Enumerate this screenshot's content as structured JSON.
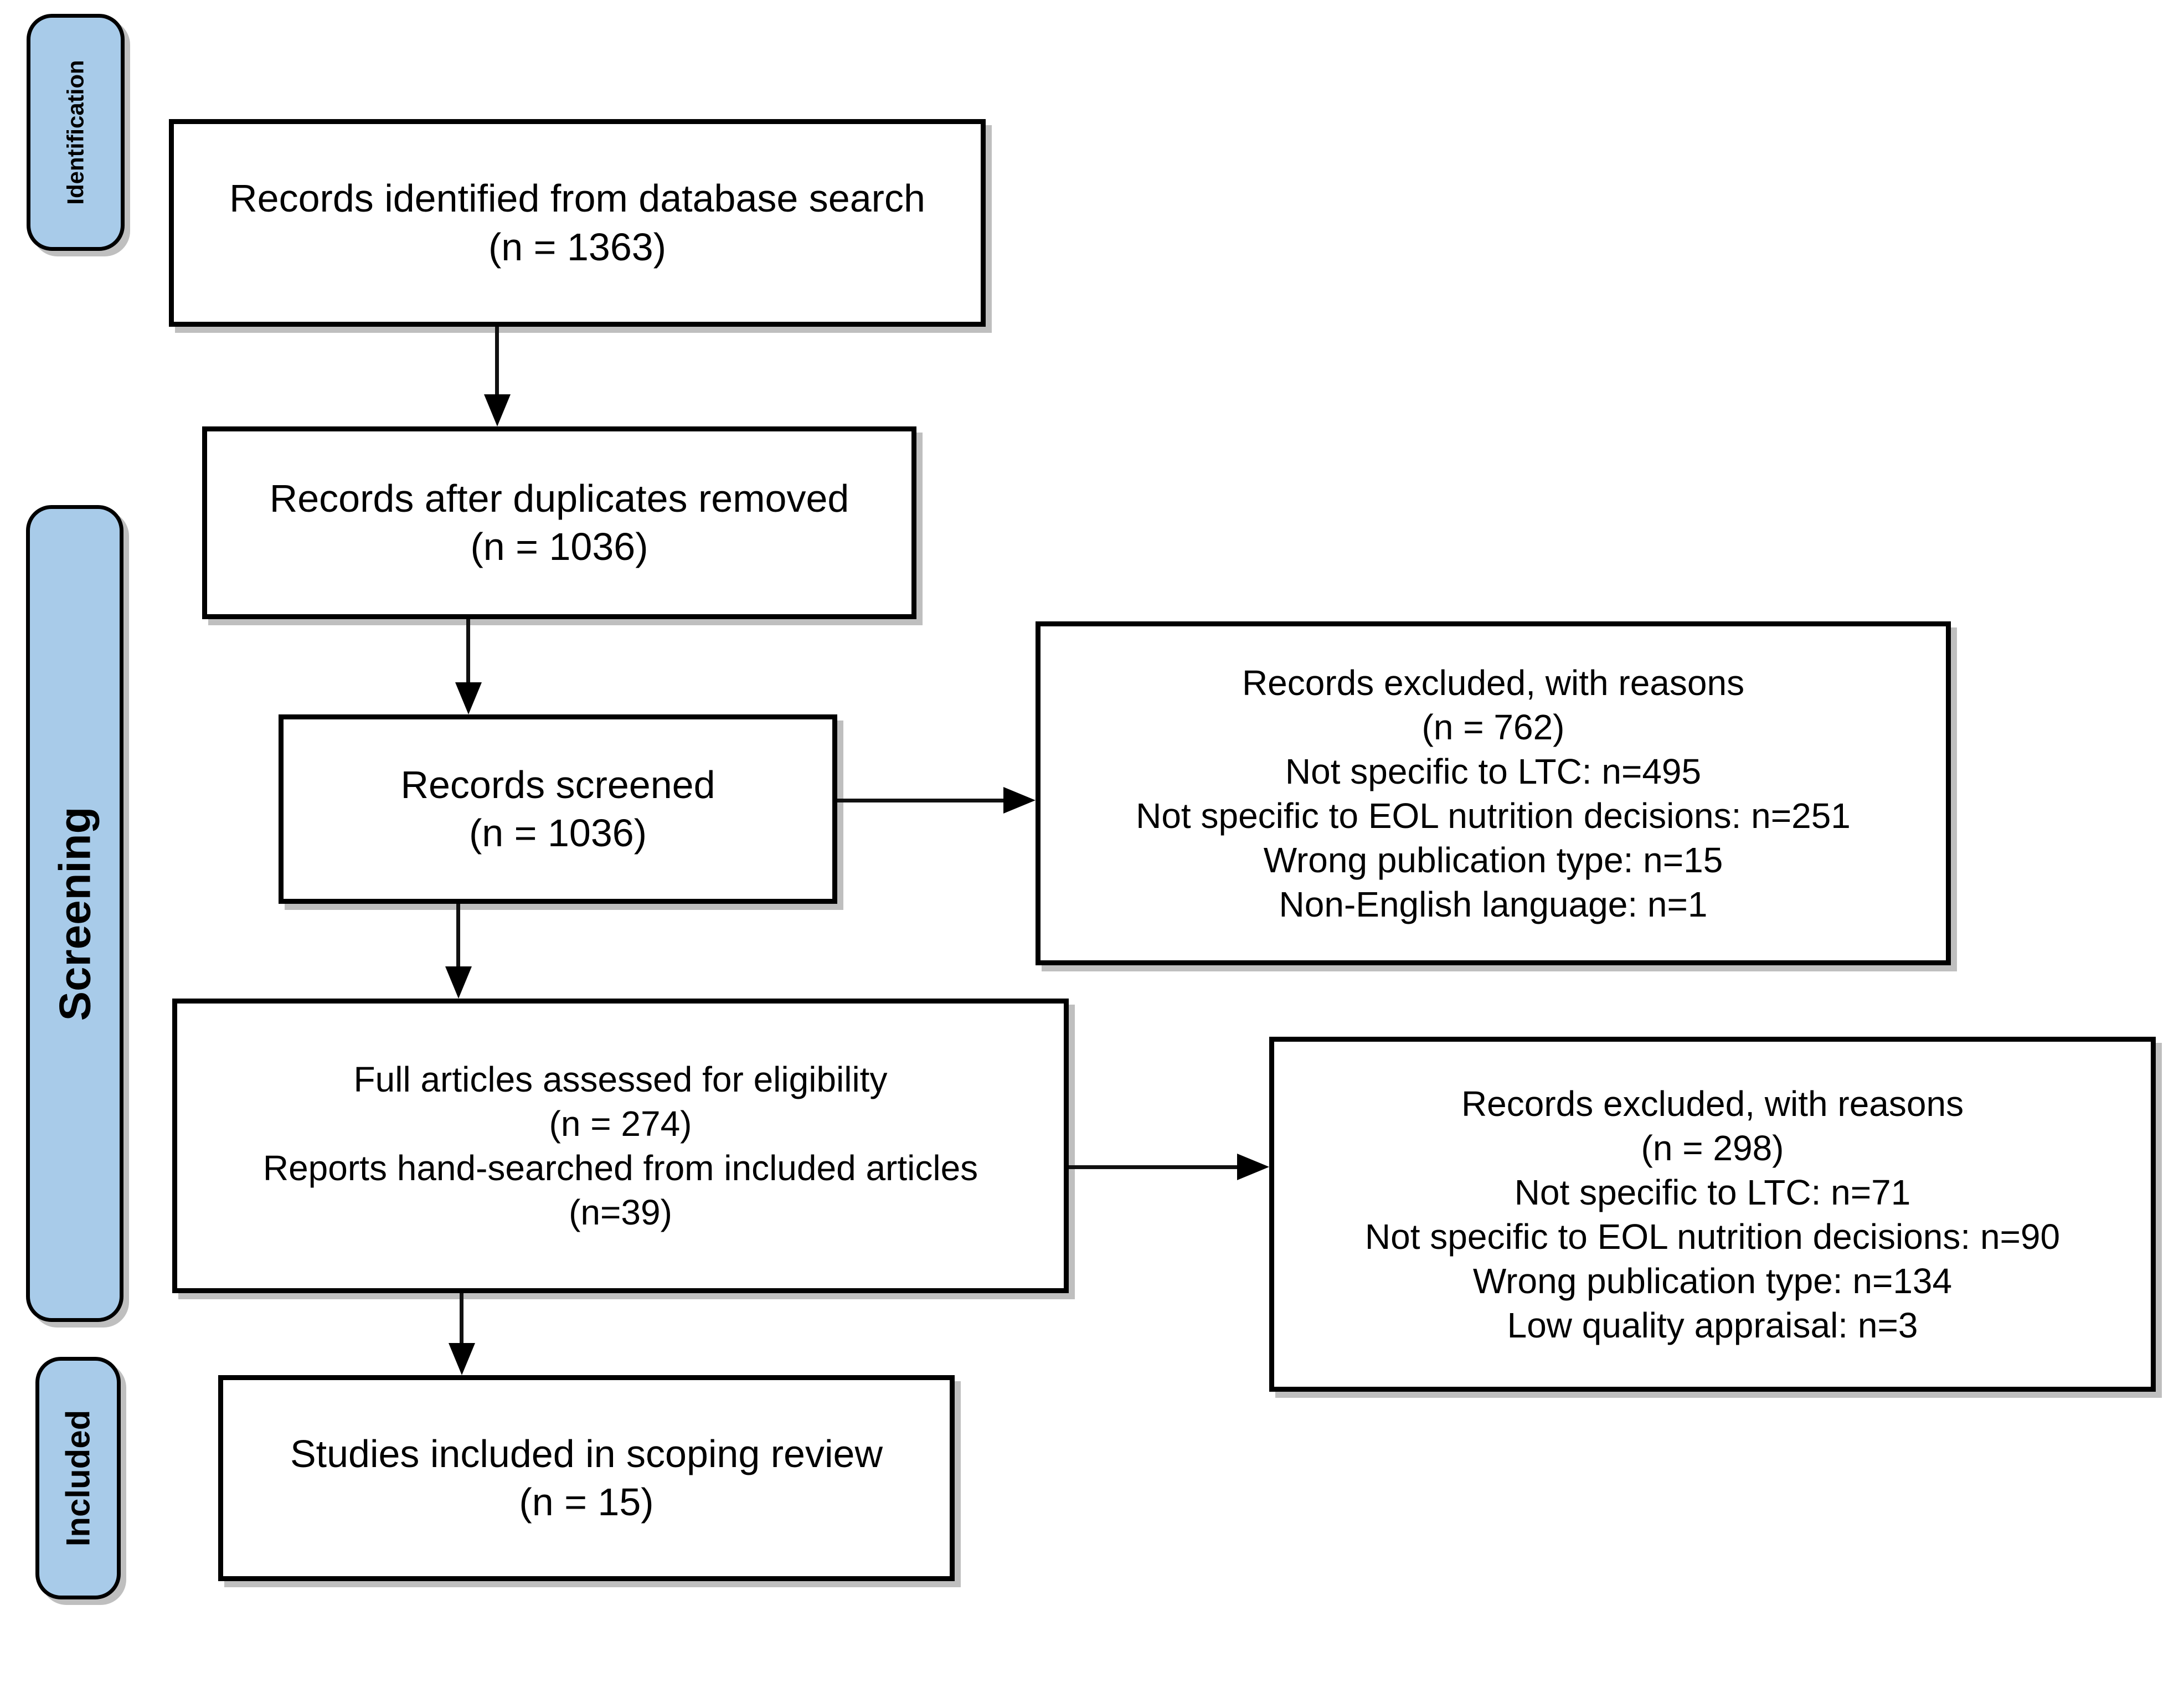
{
  "diagram": {
    "stages": [
      {
        "label": "Identification"
      },
      {
        "label": "Screening"
      },
      {
        "label": "Included"
      }
    ],
    "flow_boxes": {
      "identified": {
        "lines": [
          "Records identified from database search",
          "(n = 1363)"
        ]
      },
      "deduplicated": {
        "lines": [
          "Records after duplicates removed",
          "(n = 1036)"
        ]
      },
      "screened": {
        "lines": [
          "Records screened",
          "(n = 1036)"
        ]
      },
      "full_text": {
        "lines": [
          "Full articles assessed for eligibility",
          "(n = 274)",
          "Reports hand-searched from included articles",
          "(n=39)"
        ]
      },
      "included": {
        "lines": [
          "Studies included in scoping review",
          "(n = 15)"
        ]
      }
    },
    "exclusion_boxes": {
      "screening_excluded": {
        "lines": [
          "Records excluded, with reasons",
          "(n = 762)",
          "Not specific to LTC: n=495",
          "Not specific to EOL nutrition decisions: n=251",
          "Wrong publication type: n=15",
          "Non-English language: n=1"
        ]
      },
      "fulltext_excluded": {
        "lines": [
          "Records excluded, with reasons",
          "(n = 298)",
          "Not specific to LTC: n=71",
          "Not specific to EOL nutrition decisions: n=90",
          "Wrong publication type: n=134",
          "Low quality appraisal: n=3"
        ]
      }
    },
    "colors": {
      "stage_fill": "#A8CBE9",
      "box_border": "#000000",
      "shadow": "#bfbfbf"
    }
  }
}
